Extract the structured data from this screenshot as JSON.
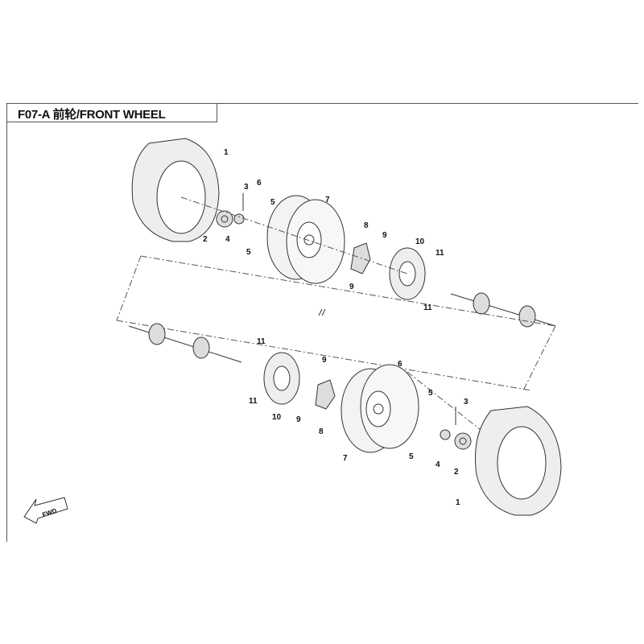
{
  "header": {
    "title": "F07-A 前轮/FRONT WHEEL"
  },
  "direction_arrow": {
    "label": "FWD"
  },
  "callouts": {
    "upper": [
      "1",
      "2",
      "3",
      "4",
      "5",
      "5",
      "6",
      "7",
      "8",
      "9",
      "9",
      "10",
      "11",
      "11"
    ],
    "lower": [
      "11",
      "11",
      "9",
      "9",
      "10",
      "8",
      "6",
      "7",
      "5",
      "5",
      "3",
      "4",
      "2",
      "1"
    ]
  }
}
